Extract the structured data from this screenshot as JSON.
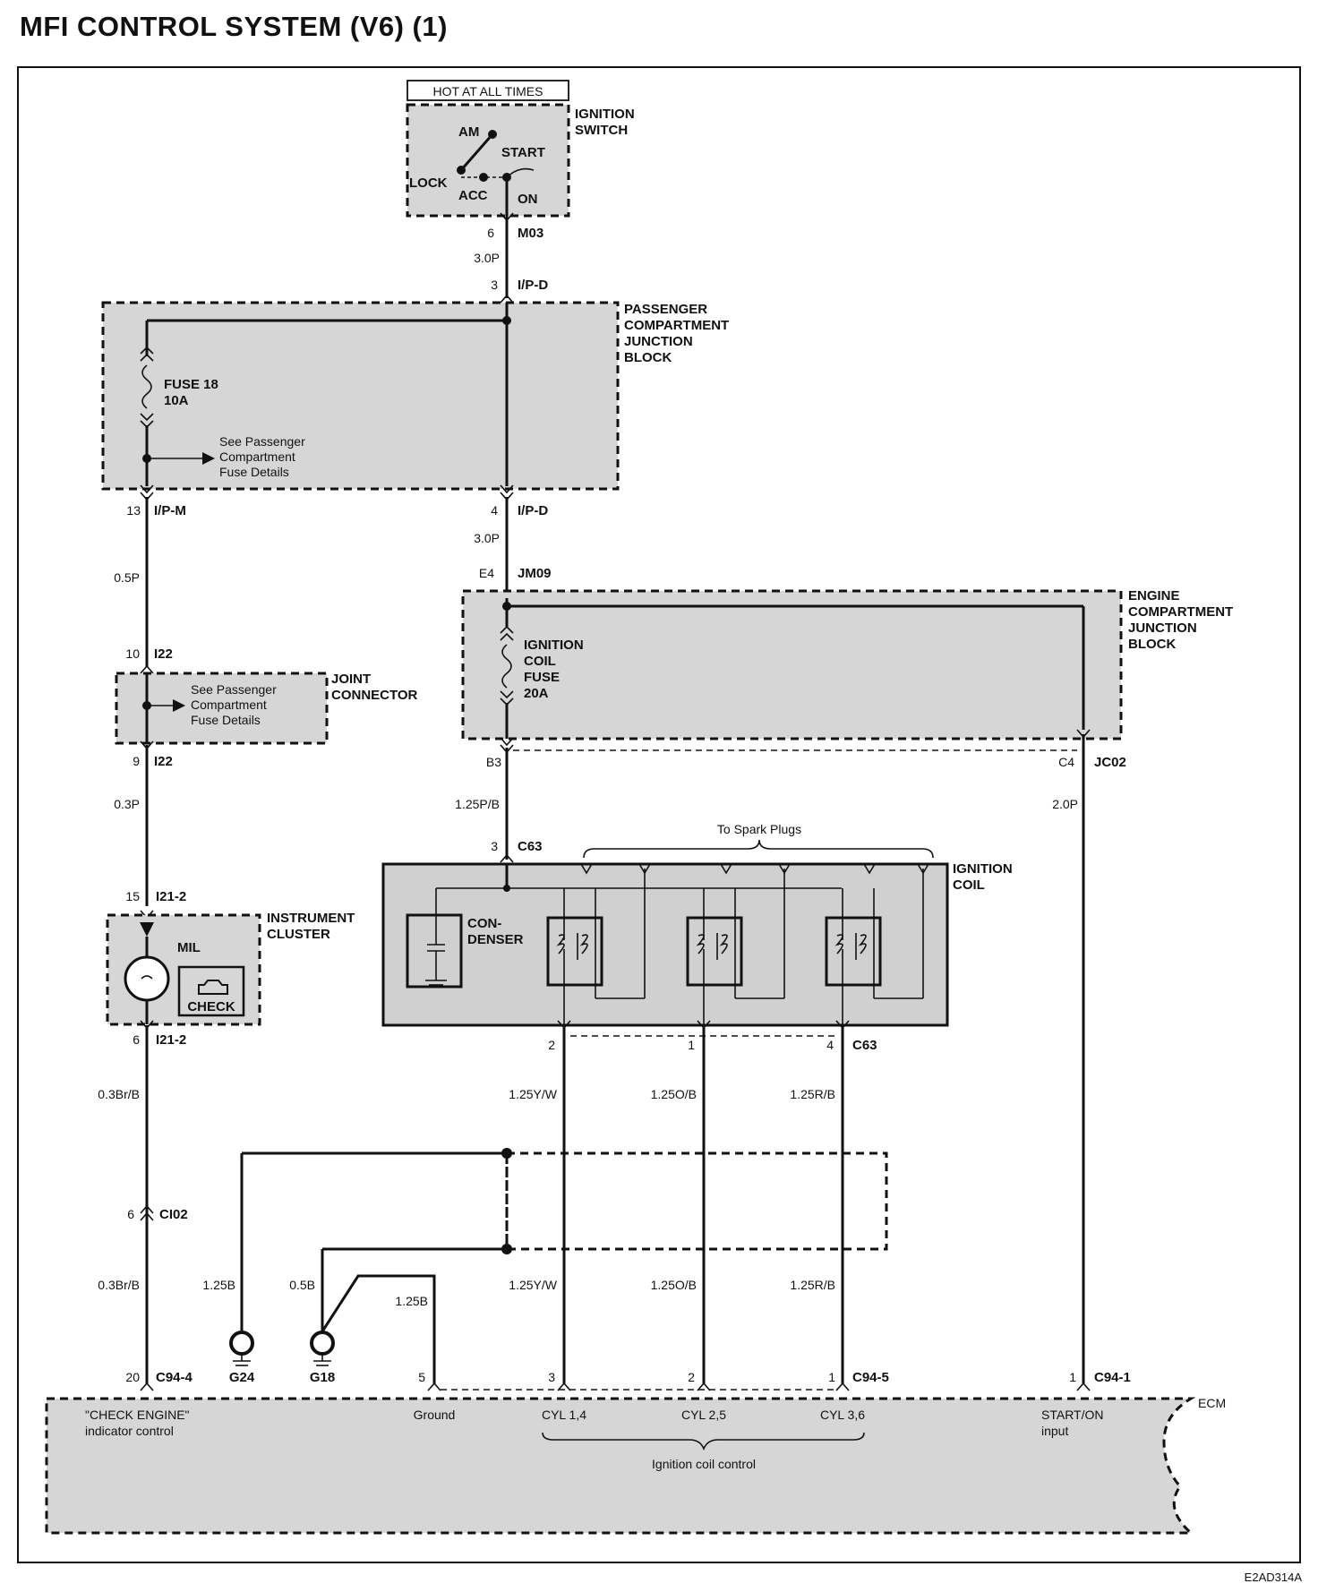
{
  "title": "MFI CONTROL SYSTEM (V6) (1)",
  "figure_code": "E2AD314A",
  "ignition_switch": {
    "hot_label": "HOT AT ALL TIMES",
    "name": [
      "IGNITION",
      "SWITCH"
    ],
    "positions": [
      "AM",
      "START",
      "LOCK",
      "ACC",
      "ON"
    ]
  },
  "passenger_jb": {
    "name": [
      "PASSENGER",
      "COMPARTMENT",
      "JUNCTION",
      "BLOCK"
    ],
    "fuse": [
      "FUSE 18",
      "10A"
    ],
    "note": [
      "See Passenger",
      "Compartment",
      "Fuse Details"
    ]
  },
  "joint_connector": {
    "name": [
      "JOINT",
      "CONNECTOR"
    ],
    "note": [
      "See Passenger",
      "Compartment",
      "Fuse Details"
    ]
  },
  "engine_jb": {
    "name": [
      "ENGINE",
      "COMPARTMENT",
      "JUNCTION",
      "BLOCK"
    ],
    "fuse": [
      "IGNITION",
      "COIL",
      "FUSE",
      "20A"
    ]
  },
  "instrument_cluster": {
    "name": [
      "INSTRUMENT",
      "CLUSTER"
    ],
    "mil": "MIL",
    "check": "CHECK"
  },
  "ignition_coil": {
    "name": [
      "IGNITION",
      "COIL"
    ],
    "condenser": [
      "CON-",
      "DENSER"
    ],
    "spark_label": "To  Spark Plugs"
  },
  "ecm": {
    "name": "ECM",
    "check_engine": [
      "\"CHECK ENGINE\"",
      "indicator control"
    ],
    "ground": "Ground",
    "cyl": [
      "CYL 1,4",
      "CYL 2,5",
      "CYL 3,6"
    ],
    "ign_ctrl": "Ignition coil control",
    "start_on": [
      "START/ON",
      "input"
    ]
  },
  "connectors": {
    "m03_pin": "6",
    "m03": "M03",
    "ipd_top_pin": "3",
    "ipd_top": "I/P-D",
    "ipm_pin": "13",
    "ipm": "I/P-M",
    "ipd_bot_pin": "4",
    "ipd_bot": "I/P-D",
    "jm09_pin": "E4",
    "jm09": "JM09",
    "i22a_pin": "10",
    "i22a": "I22",
    "i22b_pin": "9",
    "i22b": "I22",
    "b3": "B3",
    "c4": "C4",
    "jc02": "JC02",
    "c63_top_pin": "3",
    "c63_top": "C63",
    "c63_bot": "C63",
    "c63_p2": "2",
    "c63_p1": "1",
    "c63_p4": "4",
    "i212a_pin": "15",
    "i212a": "I21-2",
    "i212b_pin": "6",
    "i212b": "I21-2",
    "ci02_pin": "6",
    "ci02": "CI02",
    "c944_pin": "20",
    "c944": "C94-4",
    "gnd_pin": "5",
    "cyl14_pin": "3",
    "cyl25_pin": "2",
    "c945_pin": "1",
    "c945": "C94-5",
    "c941_pin": "1",
    "c941": "C94-1",
    "g24": "G24",
    "g18": "G18"
  },
  "wires": {
    "w1": "3.0P",
    "w2": "3.0P",
    "w3": "0.5P",
    "w4": "0.3P",
    "w5": "1.25P/B",
    "w6": "2.0P",
    "w7": "0.3Br/B",
    "w8": "0.3Br/B",
    "yw": "1.25Y/W",
    "ob": "1.25O/B",
    "rb": "1.25R/B",
    "yw2": "1.25Y/W",
    "ob2": "1.25O/B",
    "rb2": "1.25R/B",
    "g24w": "1.25B",
    "g18w": "0.5B",
    "gndw": "1.25B"
  }
}
